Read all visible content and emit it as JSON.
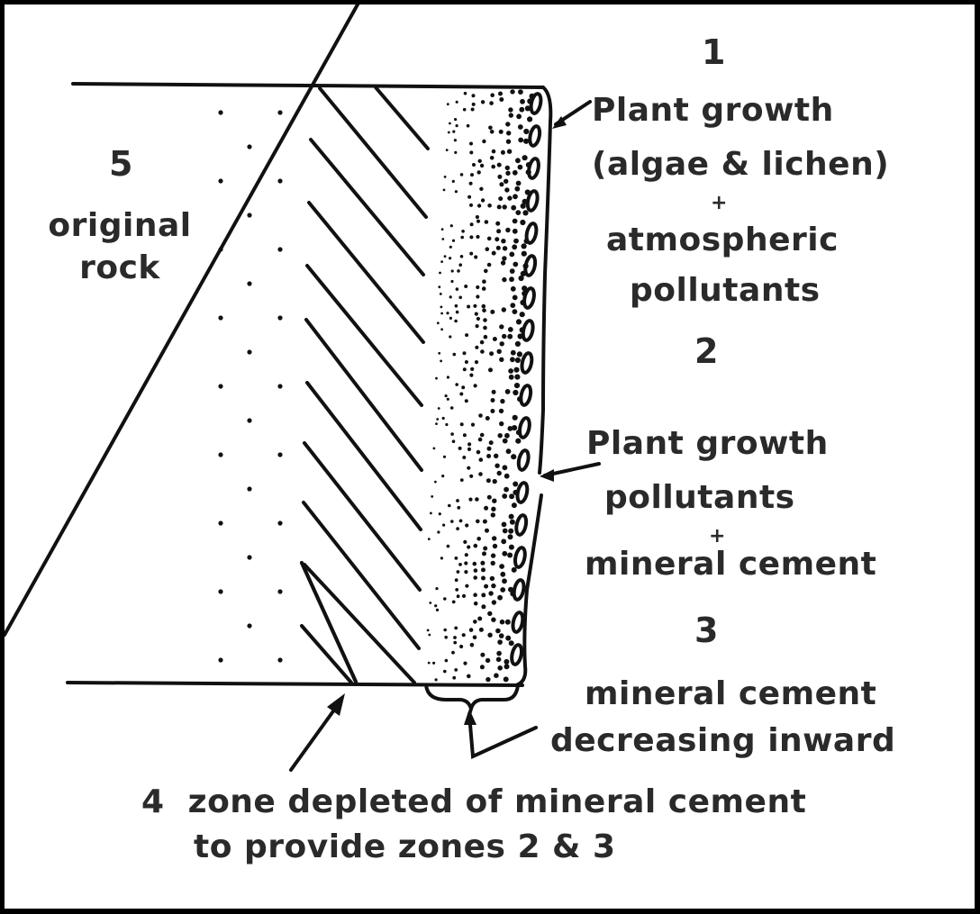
{
  "diagram": {
    "zone1": {
      "number": "1",
      "line1": "Plant growth",
      "line2": "(algae & lichen)",
      "plus": "+",
      "line3": "atmospheric",
      "line4": "pollutants"
    },
    "zone2": {
      "number": "2",
      "line1": "Plant growth",
      "line2": "pollutants",
      "plus": "+",
      "line3": "mineral cement"
    },
    "zone3": {
      "number": "3",
      "line1": "mineral cement",
      "line2": "decreasing inward"
    },
    "zone4": {
      "line1": "4  zone depleted of mineral cement",
      "line2": "to provide zones 2 & 3"
    },
    "zone5": {
      "number": "5",
      "line1": "original",
      "line2": "rock"
    },
    "colors": {
      "ink": "#2a2a2a",
      "border": "#000000",
      "background": "#ffffff"
    }
  }
}
